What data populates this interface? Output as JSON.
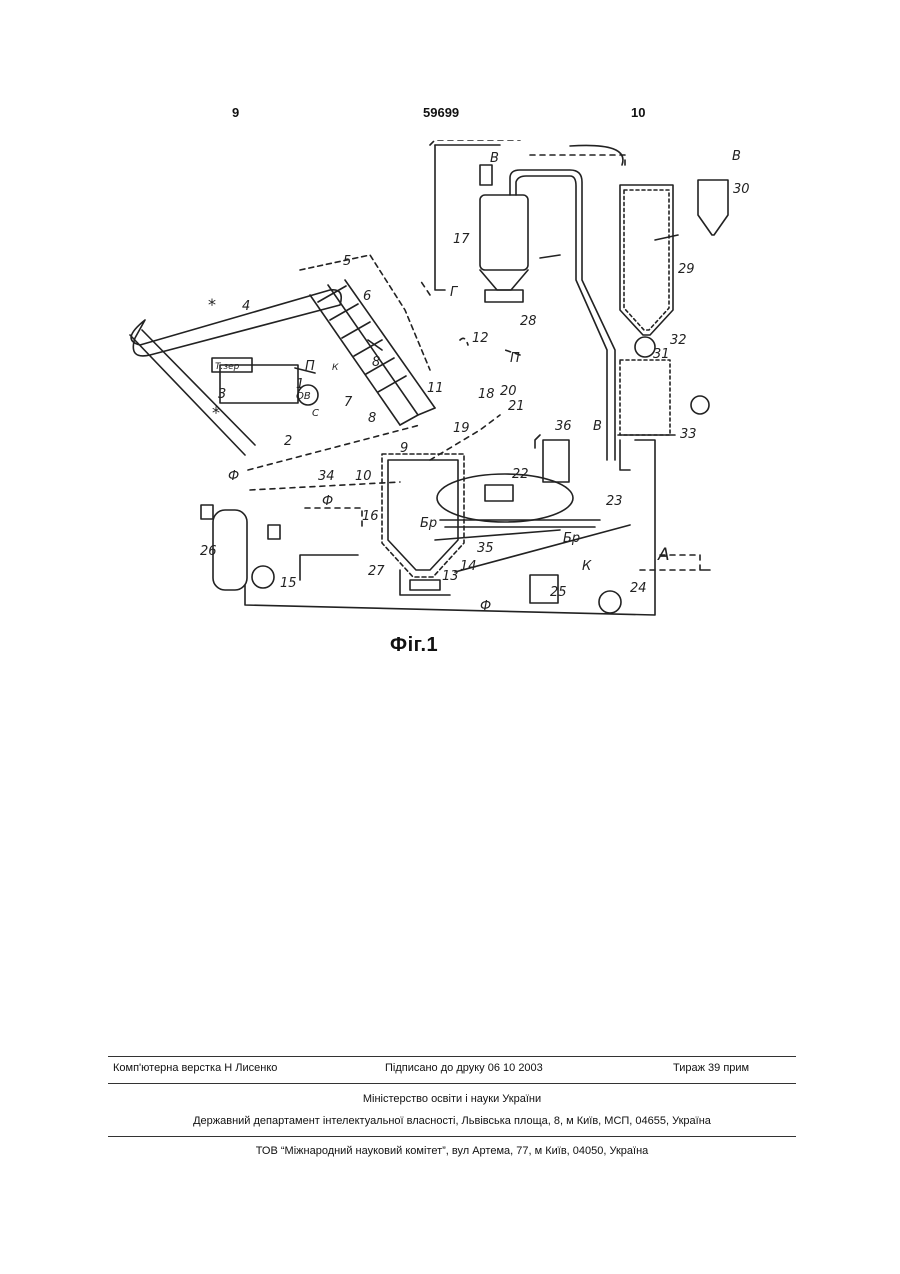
{
  "header": {
    "page_left": "9",
    "patent_number": "59699",
    "page_right": "10"
  },
  "figure": {
    "caption": "Фіг.1",
    "labels": {
      "l1": "1",
      "l2": "2",
      "l3": "3",
      "l4": "4",
      "l5": "5",
      "l6": "6",
      "l7": "7",
      "l8": "8",
      "l8b": "8",
      "l9": "9",
      "l10": "10",
      "l11": "11",
      "l12": "12",
      "l13": "13",
      "l14": "14",
      "l15": "15",
      "l16": "16",
      "l17": "17",
      "l18": "18",
      "l19": "19",
      "l20": "20",
      "l21": "21",
      "l22": "22",
      "l23": "23",
      "l24": "24",
      "l25": "25",
      "l26": "26",
      "l27": "27",
      "l28": "28",
      "l29": "29",
      "l30": "30",
      "l31": "31",
      "l32": "32",
      "l33": "33",
      "l34": "34",
      "l35": "35",
      "l36": "36",
      "fi1": "Ф",
      "fi2": "Ф",
      "fi3": "Ф",
      "p1": "П",
      "p2": "П",
      "g": "Г",
      "a": "А",
      "k": "К",
      "k2": "К",
      "br1": "Бр",
      "br2": "Бр",
      "v1": "В",
      "v2": "В",
      "v3": "В",
      "star1": "*",
      "star2": "*",
      "ob": "ОВ",
      "c": "С",
      "tag": "Т.зер"
    }
  },
  "footer": {
    "typesetting": "Комп'ютерна верстка Н  Лисенко",
    "signed": "Підписано до друку 06 10 2003",
    "circulation": "Тираж 39 прим",
    "ministry": "Міністерство освіти і науки України",
    "department": "Державний департамент інтелектуальної власності, Львівська площа, 8, м  Київ, МСП, 04655, Україна",
    "printer": "ТОВ “Міжнародний науковий комітет”, вул  Артема, 77, м  Київ, 04050, Україна"
  }
}
